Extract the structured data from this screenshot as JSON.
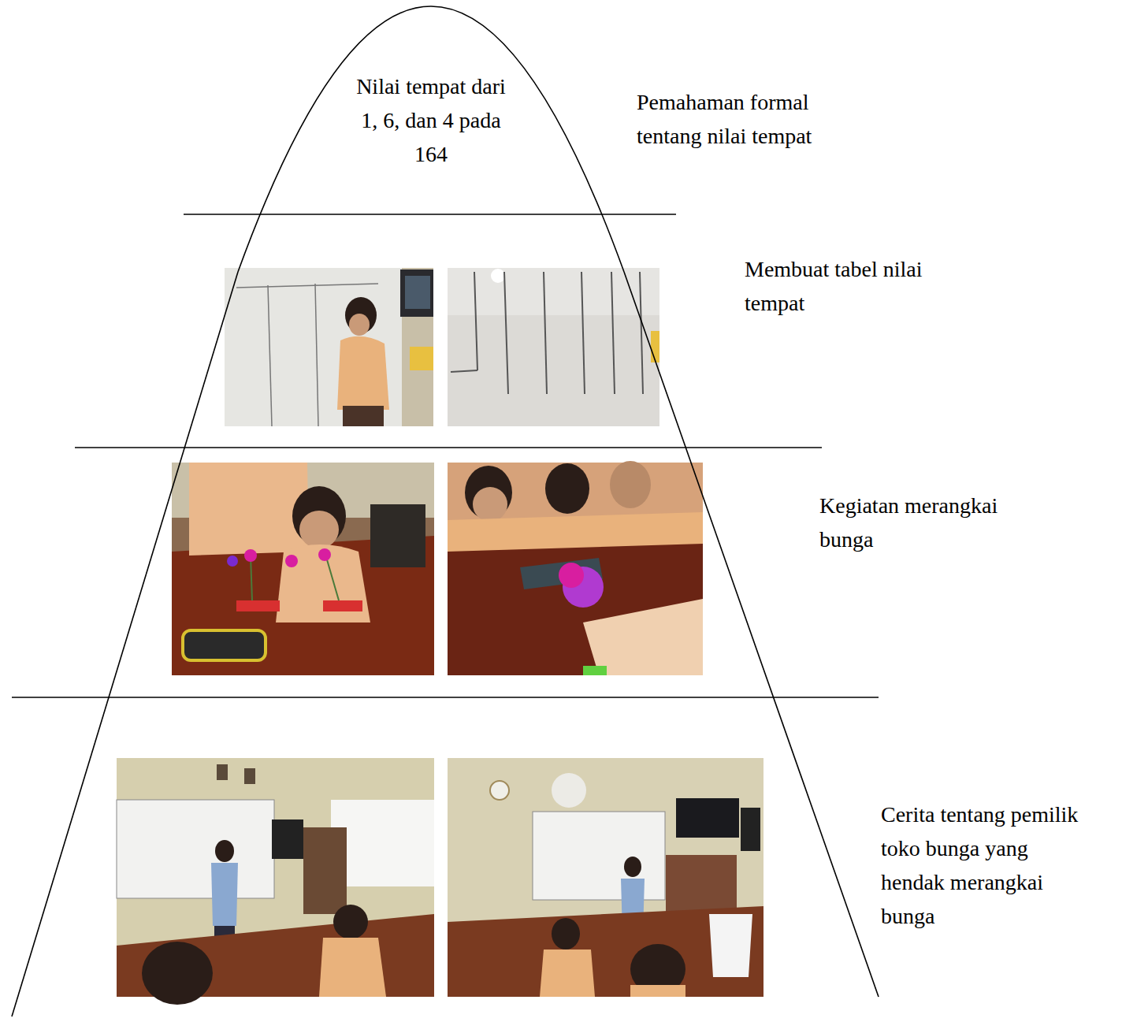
{
  "diagram": {
    "nodes": [
      {
        "text": [
          "Nilai tempat dari 1, 6, dan 4 pada 164",
          "Pemahaman formal tentang nilai tempat"
        ]
      },
      {
        "text": [
          "Membuat tabel nilai tempat"
        ]
      },
      {
        "text": [
          "Kegiatan merangkai bunga"
        ]
      },
      {
        "text": [
          "Cerita tentang pemilik toko bunga yang hendak merangkai bunga"
        ]
      }
    ]
  }
}
